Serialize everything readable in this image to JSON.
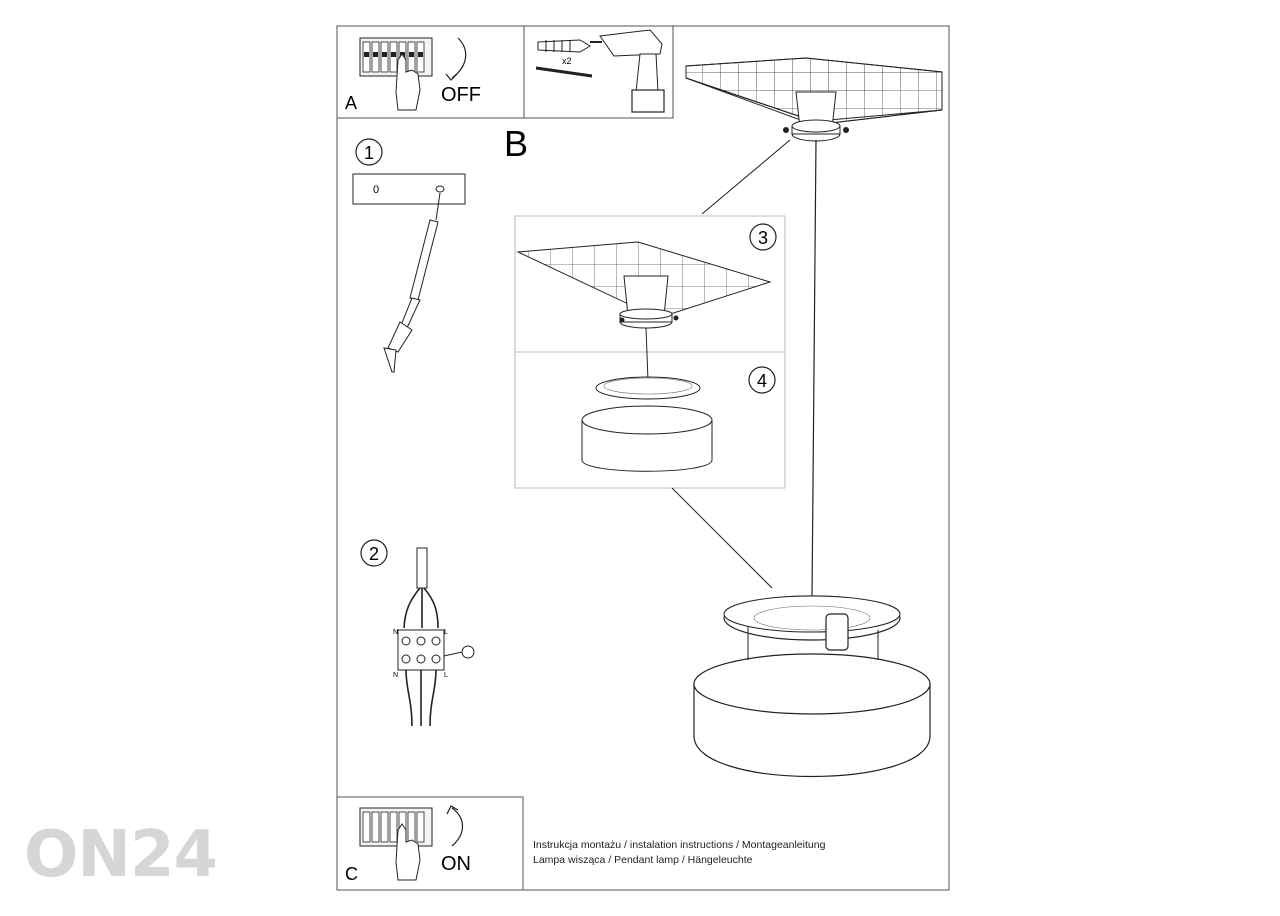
{
  "panels": {
    "a": {
      "letter": "A",
      "switch_label": "OFF",
      "anchor_count": "x2"
    },
    "b": {
      "letter": "B"
    },
    "c": {
      "letter": "C",
      "switch_label": "ON"
    }
  },
  "steps": {
    "one": "1",
    "two": "2",
    "three": "3",
    "four": "4"
  },
  "template_mark": "0",
  "wiring": {
    "top_left": "N",
    "top_right": "L",
    "bottom_left": "N",
    "bottom_right": "L"
  },
  "caption": {
    "line1": "Instrukcja montażu / instalation instructions / Montageanleitung",
    "line2": "Lampa wisząca / Pendant lamp / Hängeleuchte"
  },
  "watermark": "ON24",
  "colors": {
    "line": "#1a1a1a",
    "frame": "#555555",
    "inset": "#bbbbbb",
    "watermark": "#d6d6d6"
  }
}
